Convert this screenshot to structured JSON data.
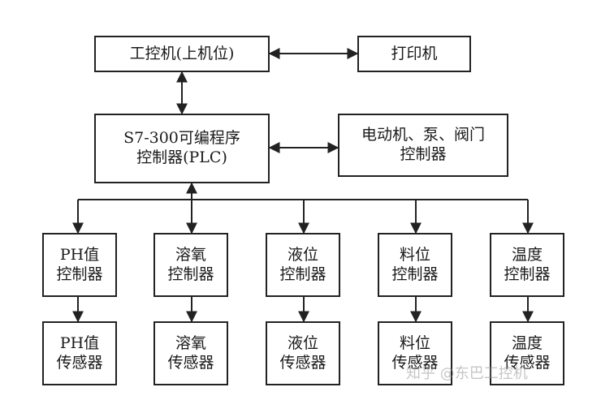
{
  "nodes": {
    "ipc": {
      "lines": [
        "工控机(上机位)"
      ]
    },
    "printer": {
      "lines": [
        "打印机"
      ]
    },
    "plc": {
      "lines": [
        "S7-300可编程序",
        "控制器(PLC)"
      ]
    },
    "motor": {
      "lines": [
        "电动机、泵、阀门",
        "控制器"
      ]
    },
    "ph_ctrl": {
      "lines": [
        "PH值",
        "控制器"
      ]
    },
    "do_ctrl": {
      "lines": [
        "溶氧",
        "控制器"
      ]
    },
    "level_ctrl": {
      "lines": [
        "液位",
        "控制器"
      ]
    },
    "feed_ctrl": {
      "lines": [
        "料位",
        "控制器"
      ]
    },
    "temp_ctrl": {
      "lines": [
        "温度",
        "控制器"
      ]
    },
    "ph_sensor": {
      "lines": [
        "PH值",
        "传感器"
      ]
    },
    "do_sensor": {
      "lines": [
        "溶氧",
        "传感器"
      ]
    },
    "level_sensor": {
      "lines": [
        "液位",
        "传感器"
      ]
    },
    "feed_sensor": {
      "lines": [
        "料位",
        "传感器"
      ]
    },
    "temp_sensor": {
      "lines": [
        "温度",
        "传感器"
      ]
    }
  },
  "watermark": "知乎 @东巴工控机",
  "colors": {
    "line": "#222222",
    "text": "#1a1a1a"
  }
}
